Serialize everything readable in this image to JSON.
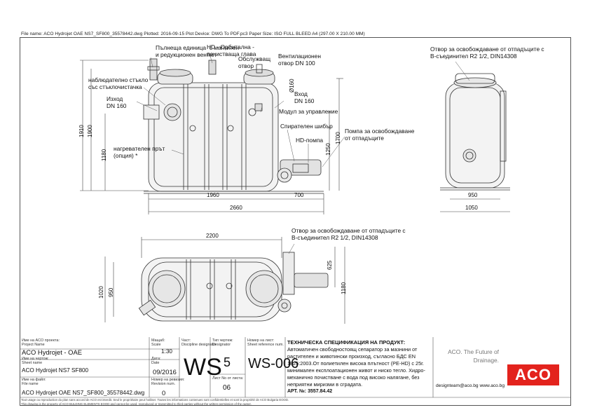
{
  "plot_header": "File name: ACO Hydrojet OAE NS7_SF800_35578442.dwg   Plotted: 2016-09-15   Plot Device: DWG To PDF.pc3   Paper Size: ISO FULL BLEED A4 (297.00 X 210.00 MM)",
  "labels": {
    "fill_unit": "Пълнеща единица  с магнитен\nи редукционен вентил",
    "hd_head": "HD - Орбитална -\nпочистваща глава",
    "service_opening": "Обслужващ\nотвор",
    "vent_valve": "Вентилационен\nотвор DN 100",
    "sight_glass": "наблюдателно стъкло\nсъс стъклочистачка",
    "inlet": "Изход\nDN 160",
    "outlet": "Вход\nDN 160",
    "control_module": "Модул за управление",
    "shutoff": "Спирателен шибър",
    "hd_pump": "HD-помпа",
    "drain_pump": "Помпа за освобождаване\nот отпадъците",
    "heater": "нагревателен прът\n(опция) *",
    "drain_opening_right": "Отвор за освобождаване от отпадъците с\nВ-съединител R2 1/2, DIN14308",
    "drain_opening_plan": "Отвор за освобождаване от отпадъците с\nВ-съединител R2 1/2, DIN14308"
  },
  "dimensions": {
    "d1910": "1910",
    "d1900": "1900",
    "d1180": "1180",
    "d160": "Ø160",
    "d1250": "1250",
    "d1700": "1700",
    "d1960": "1960",
    "d700": "700",
    "d2660": "2660",
    "d950": "950",
    "d1050": "1050",
    "d2200": "2200",
    "d625": "625",
    "d1020": "1020",
    "d950b": "950",
    "d1180b": "1180"
  },
  "title_block": {
    "project_label_bg": "Име на ACO проекта:",
    "project_label_en": "Project Name",
    "project_value": "ACO Hydrojet - OAE",
    "sheet_label_bg": "Име на чертож:",
    "sheet_label_en": "Sheet name",
    "sheet_value": "ACO Hydrojet NS7 SF800",
    "file_label_bg": "Име на файл:",
    "file_label_en": "File name",
    "file_value": "ACO Hydrojet OAE NS7_SF800_35578442.dwg",
    "scale_label_bg": "Мащаб:",
    "scale_label_en": "Scale",
    "scale_value": "1:30",
    "date_label_bg": "Дата:",
    "date_label_en": "Date",
    "date_value": "09/2016",
    "rev_label_bg": "Номер на ревизия:",
    "rev_label_en": "Revision num.",
    "rev_value": "0",
    "part_label_bg": "Част:",
    "part_label_en": "Discipline designator",
    "part_value": "WS",
    "type_label_bg": "Тип чертеж:",
    "type_label_en": "Designator",
    "type_value": "5",
    "sheetno_label": "Лист No от листа:",
    "sheetno_value": "06",
    "ref_label_bg": "Номер на лист:",
    "ref_label_en": "Sheet reference num.",
    "ref_value": "WS-006",
    "spec_title": "ТЕХНИЧЕСКА СПЕЦИФИКАЦИЯ НА ПРОДУКТ:",
    "spec_body": "Автоматичен свободностоящ сепаратор за мазнини от растителен и животински произход, съгласно БДС EN 1825:2003.От полиетилен висока плътност (PE-HD) с 25г. минимален експлоатационен живот и ниско тегло. Хидро-механично почистване с вода под високо налягане, без неприятни миризми в сградата.",
    "art_no": "АРТ. №: 3557.84.42",
    "aco_tagline": "ACO. The Future of\nDrainage.",
    "email": "designteam@aco.bg",
    "website": "www.aco.bg",
    "logo": "ACO"
  },
  "footer": {
    "line1": "Tout usage ou reproduction du plan sans accord de ACO est interdit. Seul le propriétaire peut l'utiliser. Toutes les informations contenues sont confidentielles et sont la propriété de ACO Bulgaria EOOD.",
    "line2": "This drawing is the property of ACO BULDING ELEMENTS EOOD and cannot be used, reproduced or transmitted to third parties without the written permission of the owner."
  },
  "colors": {
    "line": "#333333",
    "accent": "#e3231d",
    "tank": "#f4f4f4"
  }
}
